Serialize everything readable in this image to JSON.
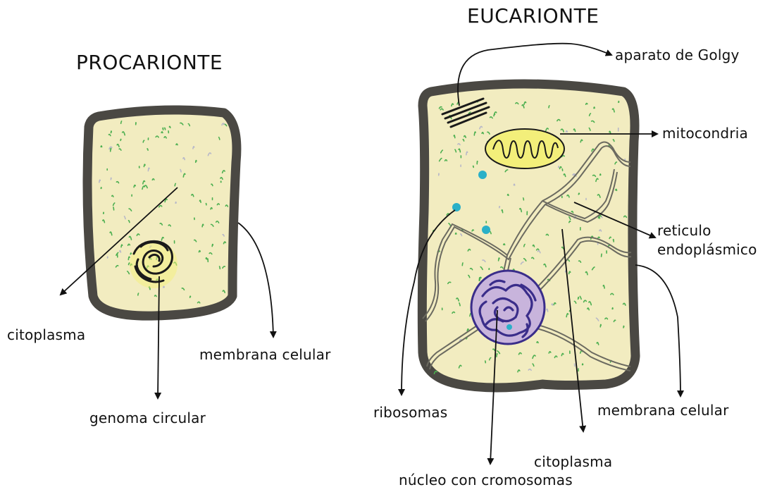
{
  "prokaryote": {
    "title": "PROCARIONTE",
    "labels": {
      "cytoplasm": "citoplasma",
      "membrane": "membrana celular",
      "genome": "genoma circular"
    }
  },
  "eukaryote": {
    "title": "EUCARIONTE",
    "labels": {
      "golgi": "aparato de Golgy",
      "mitochondria": "mitocondria",
      "er_line1": "reticulo",
      "er_line2": "endoplásmico",
      "ribosomes": "ribosomas",
      "membrane": "membrana celular",
      "cytoplasm": "citoplasma",
      "nucleus": "núcleo con cromosomas"
    }
  },
  "colors": {
    "cell_fill": "#f2ecc0",
    "membrane": "#4a4843",
    "speckle_green": "#4caf50",
    "mitochondria_fill": "#f3ef7a",
    "nucleus_fill": "#c8b4dc",
    "nucleus_chromatin": "#3a2d8a",
    "ribosome": "#2ab0c8",
    "er_line": "#6b6a60",
    "arrow": "#111111"
  }
}
